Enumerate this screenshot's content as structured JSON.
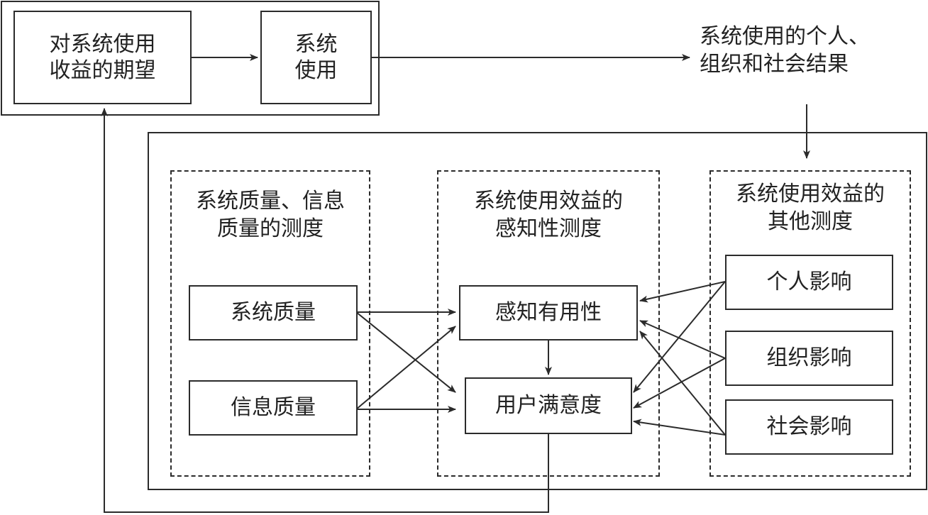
{
  "top": {
    "expectation": "对系统使用\n收益的期望",
    "usage": "系统\n使用",
    "outcome": "系统使用的个人、\n组织和社会结果"
  },
  "groups": {
    "quality_measure": "系统质量、信息\n质量的测度",
    "perceived_measure": "系统使用效益的\n感知性测度",
    "other_measure": "系统使用效益的\n其他测度"
  },
  "nodes": {
    "system_quality": "系统质量",
    "info_quality": "信息质量",
    "perceived_usefulness": "感知有用性",
    "user_satisfaction": "用户满意度",
    "individual_impact": "个人影响",
    "org_impact": "组织影响",
    "social_impact": "社会影响"
  },
  "colors": {
    "stroke": "#2b2b2b",
    "text": "#222222",
    "background": "#ffffff"
  }
}
